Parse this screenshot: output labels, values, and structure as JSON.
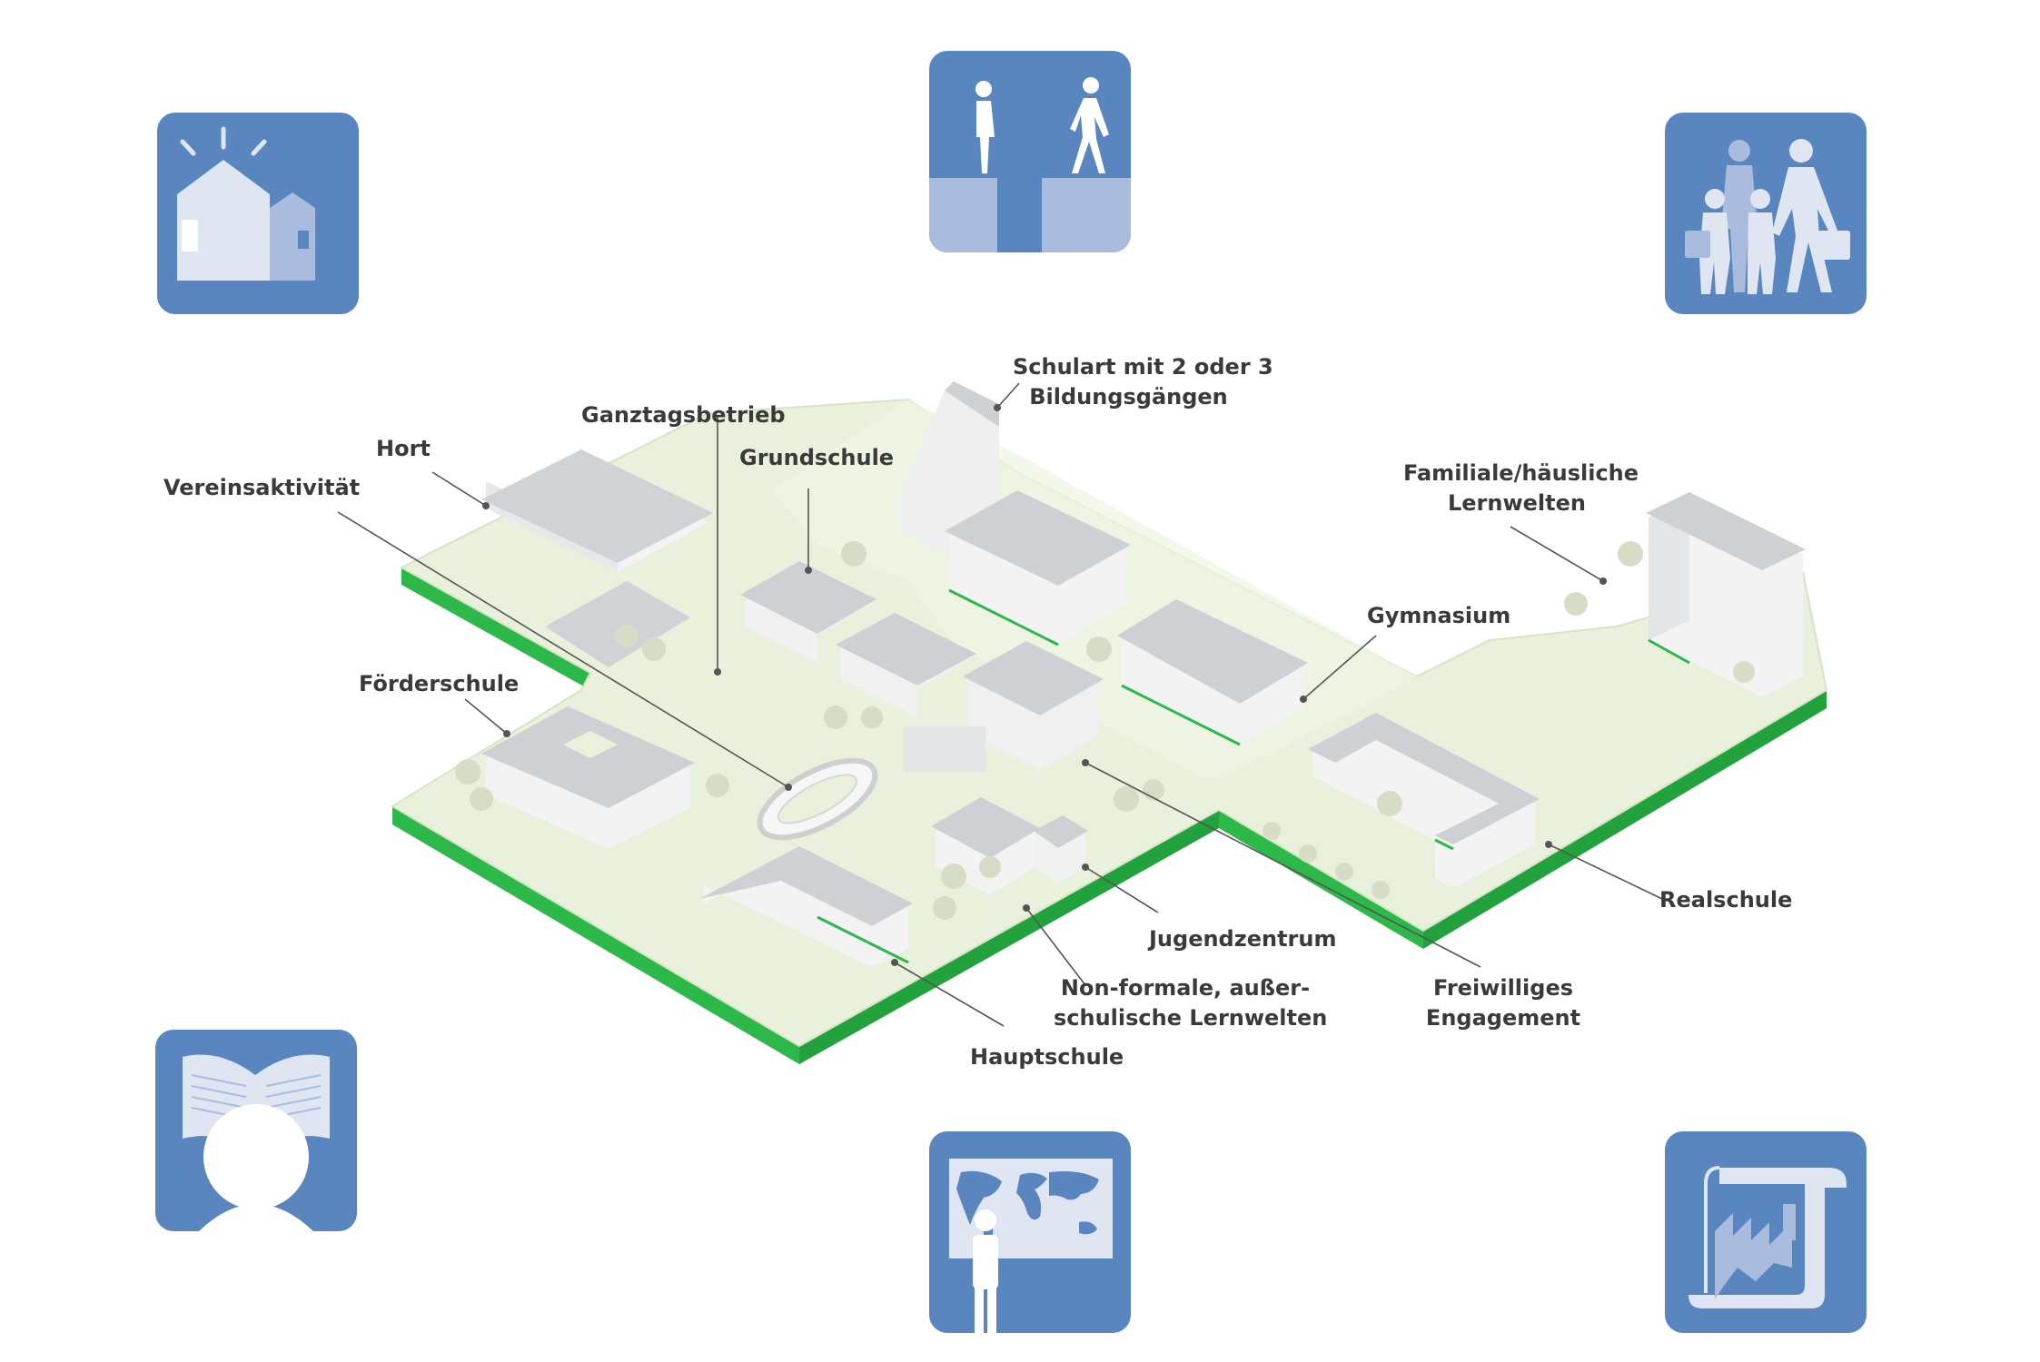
{
  "labels": {
    "hort": "Hort",
    "ganztagsbetrieb": "Ganztagsbetrieb",
    "vereinsaktivitaet": "Vereinsaktivität",
    "grundschule": "Grundschule",
    "schulart_line1": "Schulart mit 2 oder 3",
    "schulart_line2": "Bildungsgängen",
    "familiale_line1": "Familiale/häusliche",
    "familiale_line2": "Lernwelten",
    "gymnasium": "Gymnasium",
    "foerderschule": "Förderschule",
    "realschule": "Realschule",
    "jugendzentrum": "Jugendzentrum",
    "nonformal_line1": "Non-formale, außer-",
    "nonformal_line2": "schulische Lernwelten",
    "freiwillig_line1": "Freiwilliges",
    "freiwillig_line2": "Engagement",
    "hauptschule": "Hauptschule"
  },
  "icons": [
    {
      "name": "houses-icon"
    },
    {
      "name": "transition-gap-icon"
    },
    {
      "name": "family-travel-icon"
    },
    {
      "name": "reading-book-icon"
    },
    {
      "name": "world-map-teacher-icon"
    },
    {
      "name": "factory-document-icon"
    }
  ],
  "colors": {
    "icon_bg": "#5a86c0",
    "icon_light": "#dfe6f2",
    "icon_mid": "#a9bcde",
    "ground": "#e9f1dc",
    "ground_edge": "#2db84a",
    "building": "#f3f3f3",
    "roof": "#cfd3d6",
    "leader": "#555555"
  }
}
